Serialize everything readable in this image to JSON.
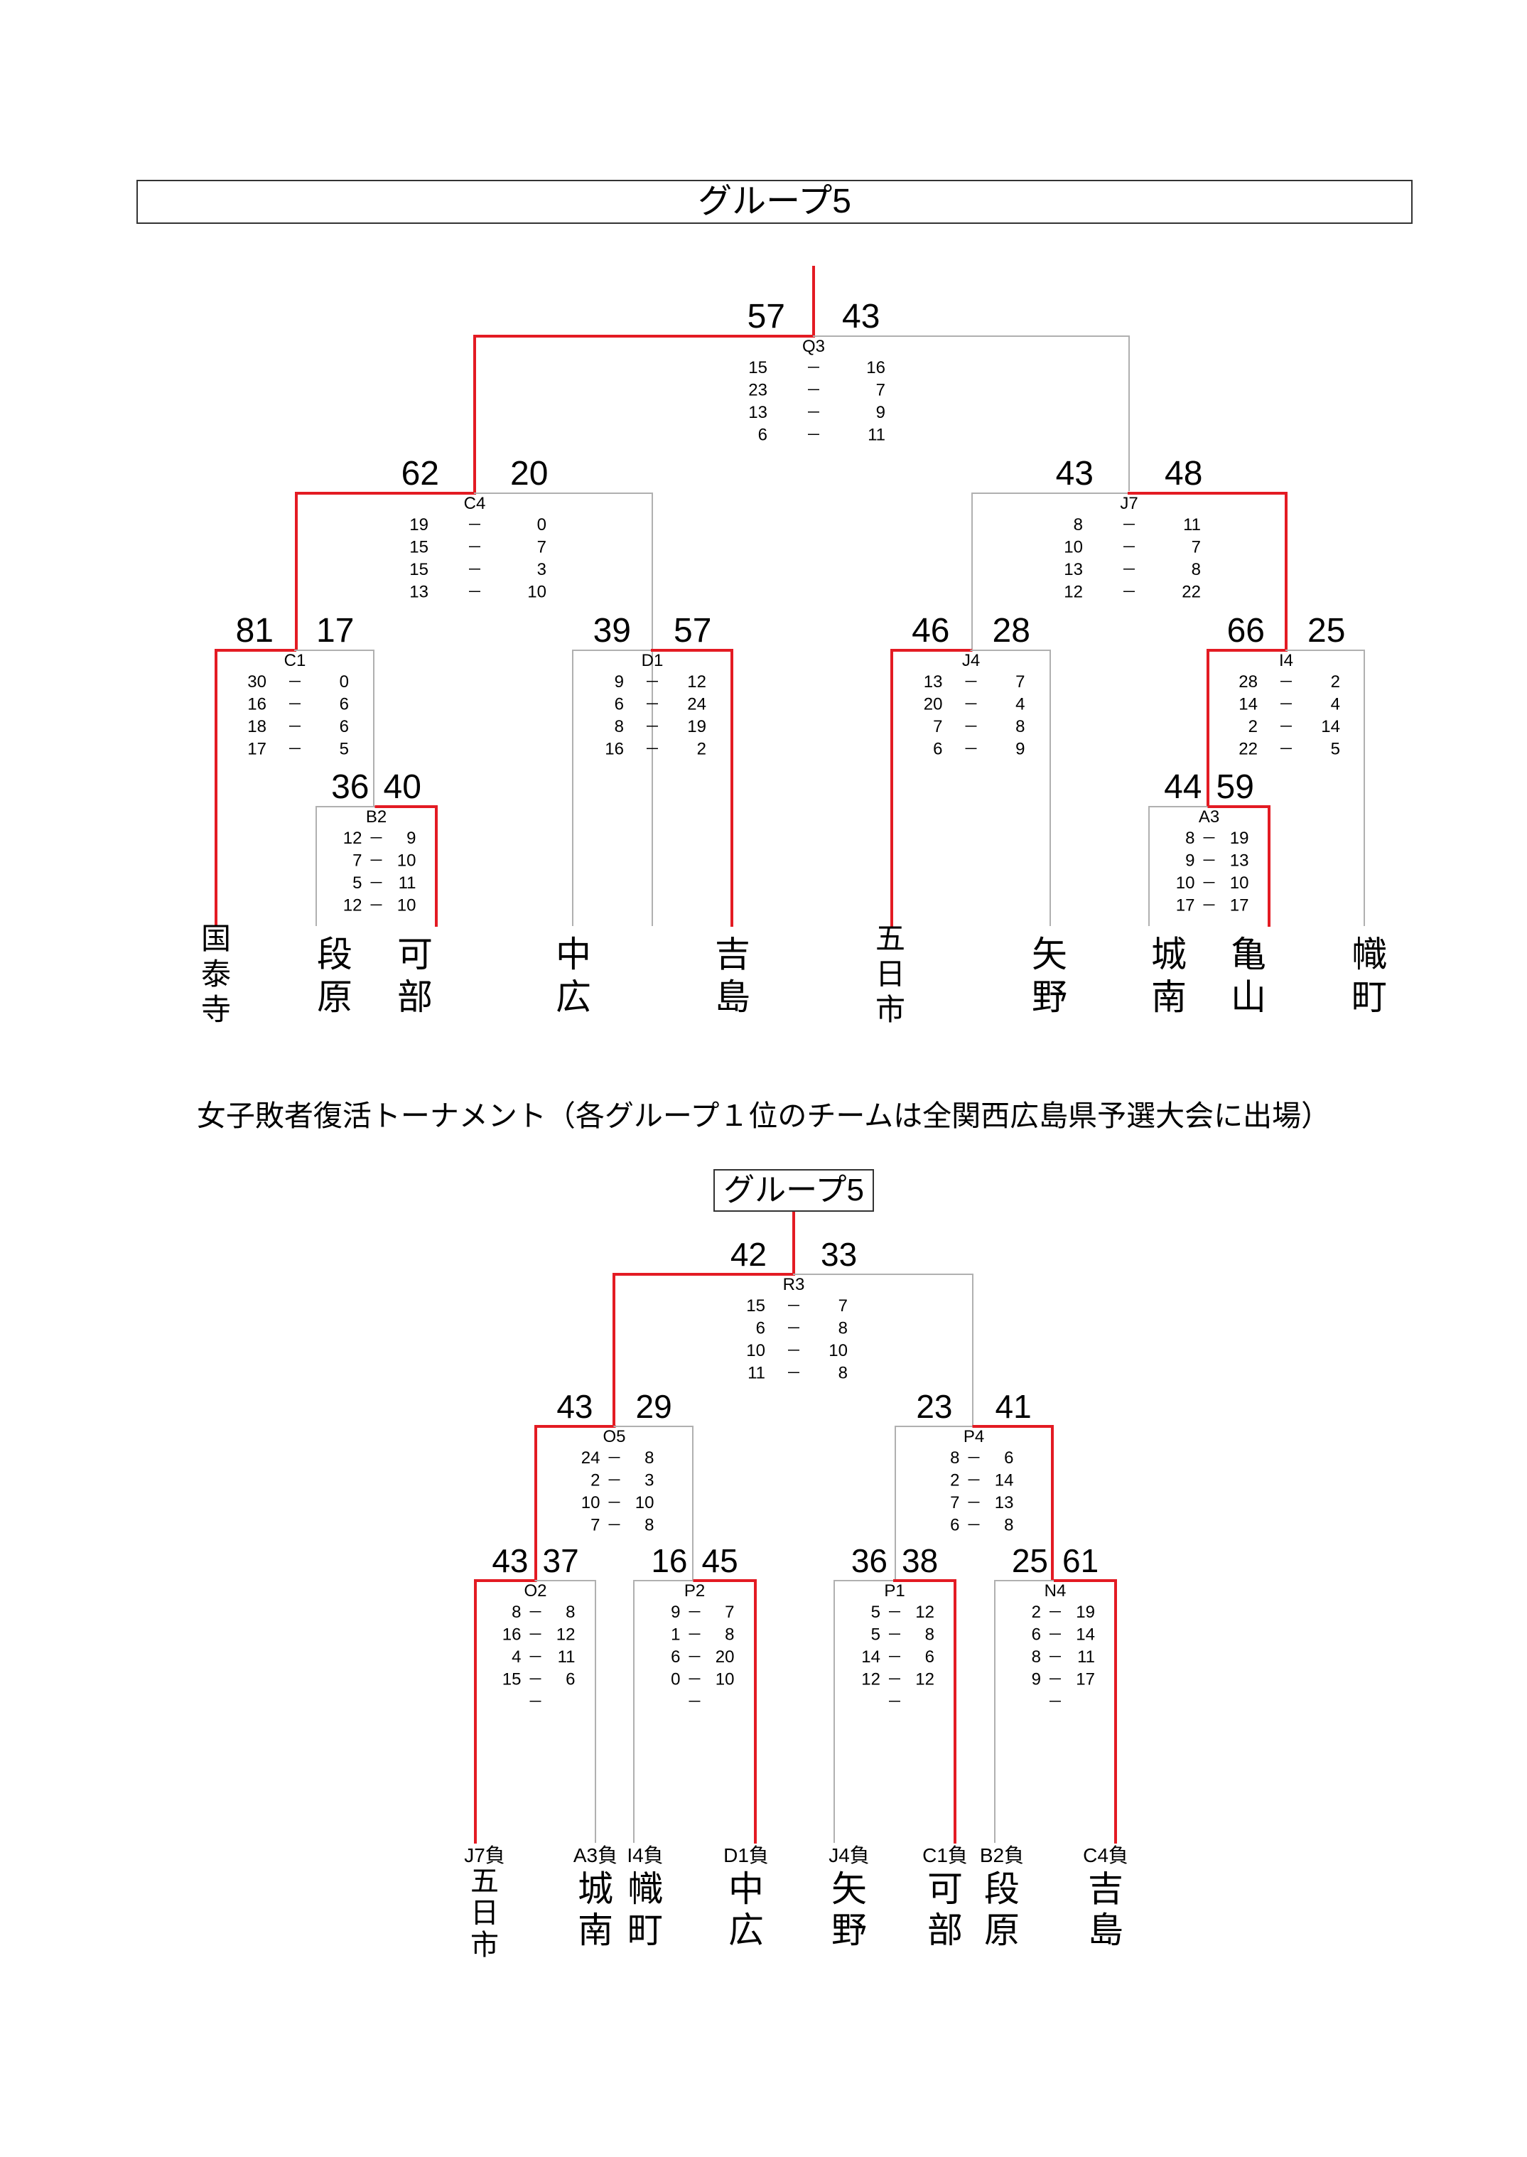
{
  "main": {
    "title": "グループ5",
    "winner_color": "#e31b23",
    "line_color": "#b0b0b0",
    "matches": [
      {
        "code": "Q3",
        "score_left": "57",
        "score_right": "43",
        "sets": [
          [
            "15",
            "16"
          ],
          [
            "23",
            "7"
          ],
          [
            "13",
            "9"
          ],
          [
            "6",
            "11"
          ]
        ],
        "winner": "left"
      },
      {
        "code": "C4",
        "score_left": "62",
        "score_right": "20",
        "sets": [
          [
            "19",
            "0"
          ],
          [
            "15",
            "7"
          ],
          [
            "15",
            "3"
          ],
          [
            "13",
            "10"
          ]
        ],
        "winner": "left"
      },
      {
        "code": "J7",
        "score_left": "43",
        "score_right": "48",
        "sets": [
          [
            "8",
            "11"
          ],
          [
            "10",
            "7"
          ],
          [
            "13",
            "8"
          ],
          [
            "12",
            "22"
          ]
        ],
        "winner": "right"
      },
      {
        "code": "C1",
        "score_left": "81",
        "score_right": "17",
        "sets": [
          [
            "30",
            "0"
          ],
          [
            "16",
            "6"
          ],
          [
            "18",
            "6"
          ],
          [
            "17",
            "5"
          ]
        ],
        "winner": "left"
      },
      {
        "code": "D1",
        "score_left": "39",
        "score_right": "57",
        "sets": [
          [
            "9",
            "12"
          ],
          [
            "6",
            "24"
          ],
          [
            "8",
            "19"
          ],
          [
            "16",
            "2"
          ]
        ],
        "winner": "right"
      },
      {
        "code": "J4",
        "score_left": "46",
        "score_right": "28",
        "sets": [
          [
            "13",
            "7"
          ],
          [
            "20",
            "4"
          ],
          [
            "7",
            "8"
          ],
          [
            "6",
            "9"
          ]
        ],
        "winner": "left"
      },
      {
        "code": "I4",
        "score_left": "66",
        "score_right": "25",
        "sets": [
          [
            "28",
            "2"
          ],
          [
            "14",
            "4"
          ],
          [
            "2",
            "14"
          ],
          [
            "22",
            "5"
          ]
        ],
        "winner": "left"
      },
      {
        "code": "B2",
        "score_left": "36",
        "score_right": "40",
        "sets": [
          [
            "12",
            "9"
          ],
          [
            "7",
            "10"
          ],
          [
            "5",
            "11"
          ],
          [
            "12",
            "10"
          ]
        ],
        "winner": "right"
      },
      {
        "code": "A3",
        "score_left": "44",
        "score_right": "59",
        "sets": [
          [
            "8",
            "19"
          ],
          [
            "9",
            "13"
          ],
          [
            "10",
            "10"
          ],
          [
            "17",
            "17"
          ]
        ],
        "winner": "right"
      }
    ],
    "teams": [
      "国泰寺",
      "段原",
      "可部",
      "中広",
      "吉島",
      "五日市",
      "矢野",
      "城南",
      "亀山",
      "幟町"
    ]
  },
  "repechage": {
    "heading": "女子敗者復活トーナメント（各グループ１位のチームは全関西広島県予選大会に出場）",
    "title": "グループ5",
    "matches": [
      {
        "code": "R3",
        "score_left": "42",
        "score_right": "33",
        "sets": [
          [
            "15",
            "7"
          ],
          [
            "6",
            "8"
          ],
          [
            "10",
            "10"
          ],
          [
            "11",
            "8"
          ]
        ],
        "winner": "left"
      },
      {
        "code": "O5",
        "score_left": "43",
        "score_right": "29",
        "sets": [
          [
            "24",
            "8"
          ],
          [
            "2",
            "3"
          ],
          [
            "10",
            "10"
          ],
          [
            "7",
            "8"
          ]
        ],
        "winner": "left"
      },
      {
        "code": "P4",
        "score_left": "23",
        "score_right": "41",
        "sets": [
          [
            "8",
            "6"
          ],
          [
            "2",
            "14"
          ],
          [
            "7",
            "13"
          ],
          [
            "6",
            "8"
          ]
        ],
        "winner": "right"
      },
      {
        "code": "O2",
        "score_left": "43",
        "score_right": "37",
        "sets": [
          [
            "8",
            "8"
          ],
          [
            "16",
            "12"
          ],
          [
            "4",
            "11"
          ],
          [
            "15",
            "6"
          ],
          [
            "",
            ""
          ]
        ],
        "winner": "left"
      },
      {
        "code": "P2",
        "score_left": "16",
        "score_right": "45",
        "sets": [
          [
            "9",
            "7"
          ],
          [
            "1",
            "8"
          ],
          [
            "6",
            "20"
          ],
          [
            "0",
            "10"
          ],
          [
            "",
            ""
          ]
        ],
        "winner": "right"
      },
      {
        "code": "P1",
        "score_left": "36",
        "score_right": "38",
        "sets": [
          [
            "5",
            "12"
          ],
          [
            "5",
            "8"
          ],
          [
            "14",
            "6"
          ],
          [
            "12",
            "12"
          ],
          [
            "",
            ""
          ]
        ],
        "winner": "right"
      },
      {
        "code": "N4",
        "score_left": "25",
        "score_right": "61",
        "sets": [
          [
            "2",
            "19"
          ],
          [
            "6",
            "14"
          ],
          [
            "8",
            "11"
          ],
          [
            "9",
            "17"
          ],
          [
            "",
            ""
          ]
        ],
        "winner": "right"
      }
    ],
    "entries": [
      {
        "source": "J7負",
        "team": "五日市"
      },
      {
        "source": "A3負",
        "team": "城南"
      },
      {
        "source": "I4負",
        "team": "幟町"
      },
      {
        "source": "D1負",
        "team": "中広"
      },
      {
        "source": "J4負",
        "team": "矢野"
      },
      {
        "source": "C1負",
        "team": "可部"
      },
      {
        "source": "B2負",
        "team": "段原"
      },
      {
        "source": "C4負",
        "team": "吉島"
      }
    ]
  }
}
